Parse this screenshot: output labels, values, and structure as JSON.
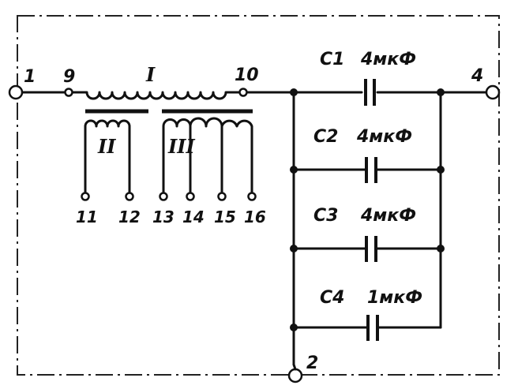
{
  "terminals": {
    "t1": "1",
    "t2": "2",
    "t4": "4",
    "t9": "9",
    "t10": "10",
    "t11": "11",
    "t12": "12",
    "t13": "13",
    "t14": "14",
    "t15": "15",
    "t16": "16"
  },
  "windings": {
    "w1": "I",
    "w2": "II",
    "w3": "III"
  },
  "capacitors": [
    {
      "ref": "C1",
      "value": "4мкФ"
    },
    {
      "ref": "C2",
      "value": "4мкФ"
    },
    {
      "ref": "C3",
      "value": "4мкФ"
    },
    {
      "ref": "C4",
      "value": "1мкФ"
    }
  ]
}
